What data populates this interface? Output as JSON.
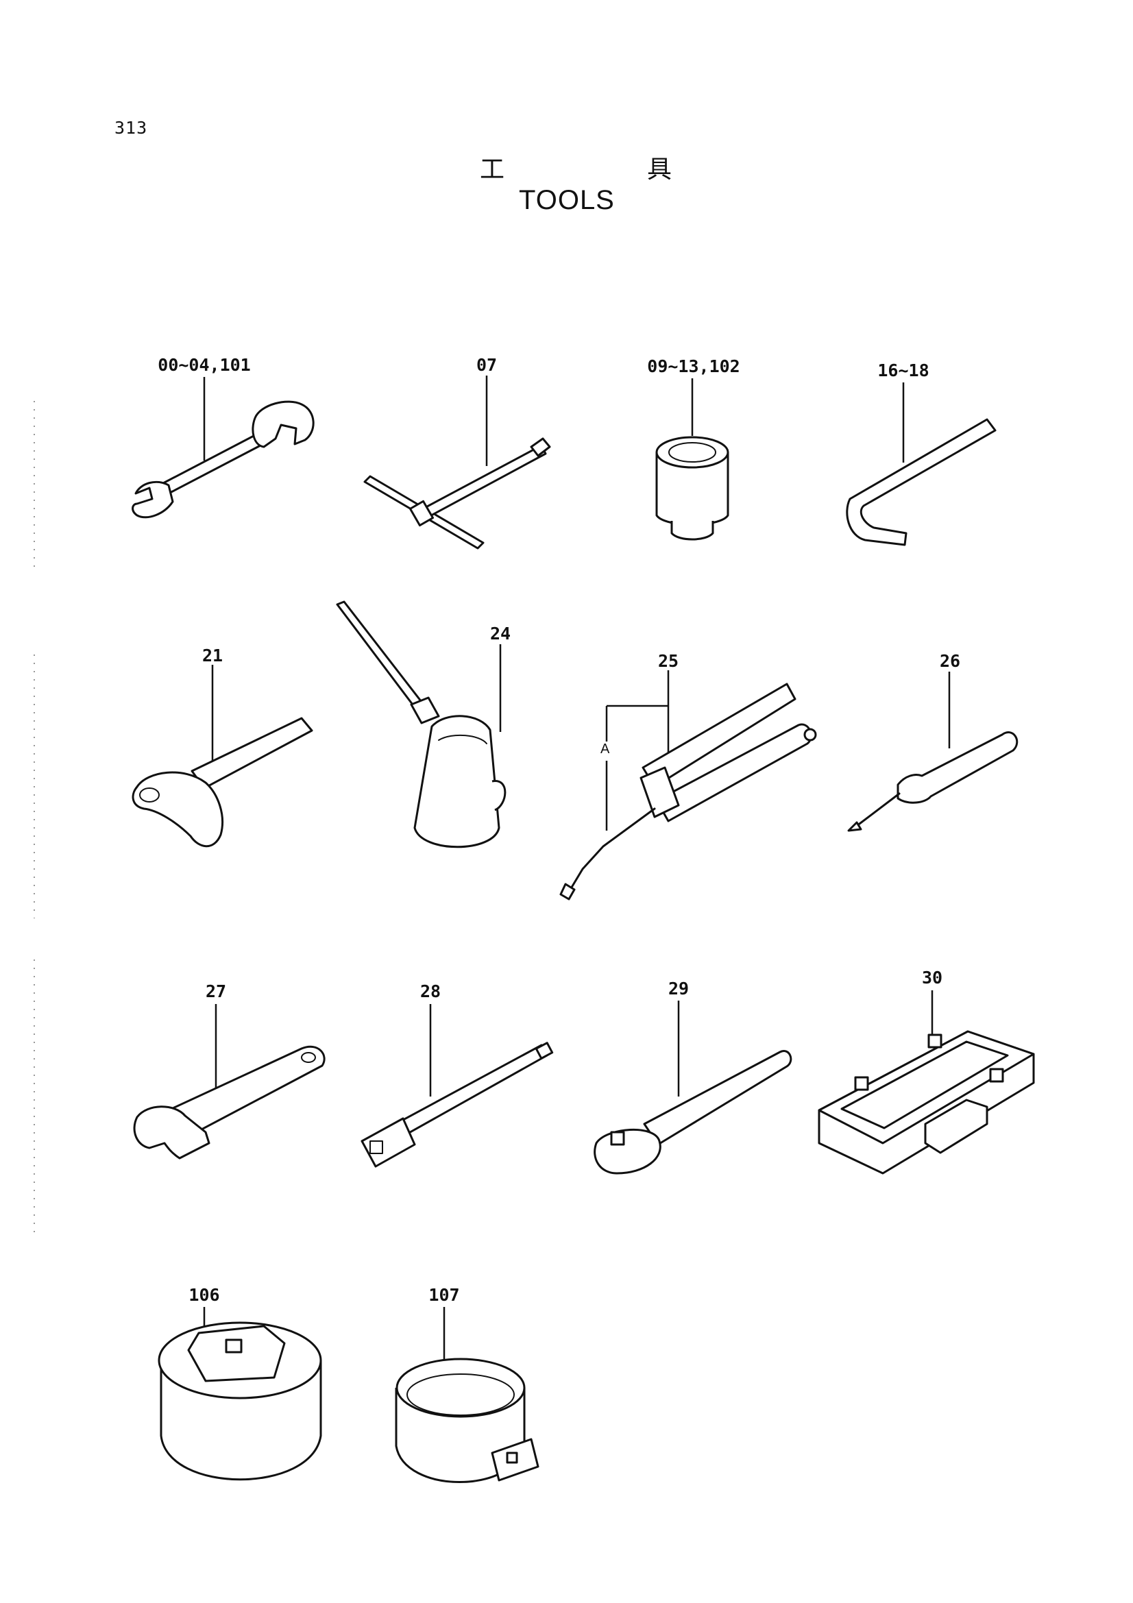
{
  "page_number": "313",
  "title_jp": [
    "工",
    "具"
  ],
  "title_en": "TOOLS",
  "parts": [
    {
      "label": "00~04,101",
      "icon": "open-end-wrench-icon"
    },
    {
      "label": "07",
      "icon": "t-handle-socket-wrench-icon"
    },
    {
      "label": "09~13,102",
      "icon": "socket-icon"
    },
    {
      "label": "16~18",
      "icon": "hex-key-icon"
    },
    {
      "label": "21",
      "icon": "hammer-icon"
    },
    {
      "label": "24",
      "icon": "oil-can-icon"
    },
    {
      "label": "25",
      "icon": "grease-gun-icon",
      "callout": "A"
    },
    {
      "label": "26",
      "icon": "screwdriver-icon"
    },
    {
      "label": "27",
      "icon": "adjustable-wrench-icon"
    },
    {
      "label": "28",
      "icon": "extension-bar-icon"
    },
    {
      "label": "29",
      "icon": "ratchet-handle-icon"
    },
    {
      "label": "30",
      "icon": "tool-box-icon"
    },
    {
      "label": "106",
      "icon": "filter-wrench-cap-icon"
    },
    {
      "label": "107",
      "icon": "filter-wrench-band-icon"
    }
  ]
}
